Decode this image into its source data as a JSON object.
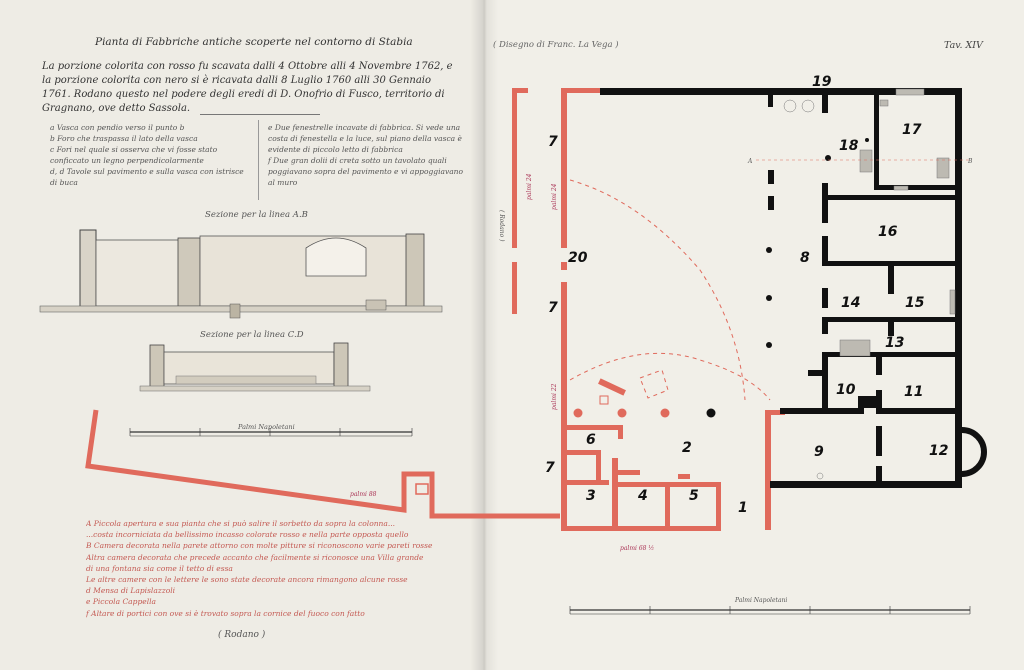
{
  "header": {
    "title": "Pianta di Fabbriche antiche scoperte nel contorno di Stabia",
    "credit": "( Disegno di Franc. La Vega )",
    "plate": "Tav. XIV"
  },
  "intro": "La porzione colorita con rosso fu scavata dalli 4 Ottobre alli 4 Novembre 1762, e la porzione colorita con nero si è ricavata dalli 8 Luglio 1760 alli 30 Gennaio 1761. Rodano questo nel podere degli eredi di D. Onofrio di Fusco, territorio di Gragnano, ove detto Sassola.",
  "notes_left": [
    "a  Vasca con pendio verso il punto b",
    "b  Foro che traspassa il lato della vasca",
    "c  Fori nel quale si osserva che vi fosse stato conficcato un legno perpendicolarmente",
    "d, d  Tavole sul pavimento e sulla vasca con istrisce di buca"
  ],
  "notes_right": [
    "e  Due fenestrelle incavate di fabbrica. Si vede una costa di fenestella e la luce, sul piano della vasca è evidente di piccolo letto di fabbrica",
    "f  Due gran dolii di creta sotto un tavolato quali poggiavano sopra del pavimento e vi appoggiavano al muro"
  ],
  "sections": {
    "ab_label": "Sezione per la linea A.B",
    "cd_label": "Sezione per la linea C.D",
    "scale_left": "Palmi Napoletani"
  },
  "legend_left": [
    "A  Piccola apertura e sua pianta che si può salire il sorbetto da sopra la colonna...",
    "   ...costa incorniciata da bellissimo incasso colorate rosso e nella parte opposta quello",
    "B  Camera decorata nella parete attorno con molte pitture si riconoscono varie pareti rosse",
    "   Altra camera decorata che precede accanto che facilmente si riconosce una Villa grande",
    "   di una fontana sia come il tetto di essa",
    "   Le altre camere con le lettere le sono state decorate ancora rimangono alcune rosse",
    "d  Mensa di Lapislazzoli",
    "e  Piccola Cappella",
    "f  Altare di portici con ove si è trovato sopra la cornice del fuoco con fatto"
  ],
  "bottom_label": "( Rodano )",
  "room_numbers": [
    "1",
    "2",
    "3",
    "4",
    "5",
    "6",
    "7",
    "7",
    "7",
    "8",
    "9",
    "10",
    "11",
    "12",
    "13",
    "14",
    "15",
    "16",
    "17",
    "18",
    "19",
    "20"
  ],
  "plan_labels": {
    "letter_a": "A",
    "letter_b": "B",
    "rodano_v": "( Rodano )",
    "palmi_left": "palmi 24",
    "palmi_right": "palmi 24",
    "palmi_mid": "palmi 22",
    "palmi_bottom": "palmi 68 ½",
    "palmi_top": "palmi 88",
    "scale_right": "Palmi Napoletani"
  },
  "colors": {
    "red_excavation": "#e06a5c",
    "black_excavation": "#111111",
    "paper": "#f1efe8"
  }
}
